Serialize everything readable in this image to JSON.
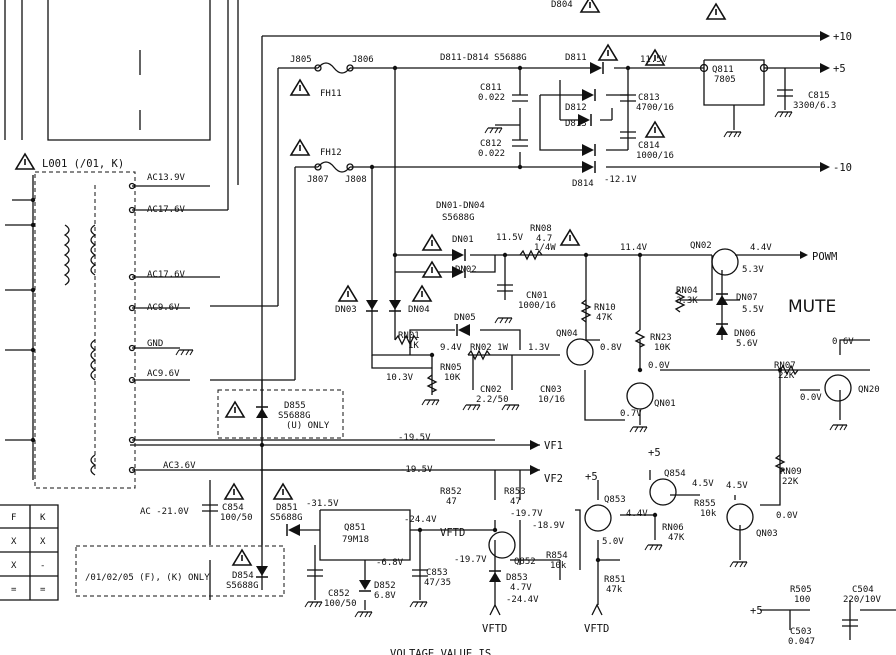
{
  "labels": [
    {
      "id": "d804",
      "text": "D804"
    },
    {
      "id": "plus10",
      "text": "+10"
    },
    {
      "id": "plus5",
      "text": "+5"
    },
    {
      "id": "minus10",
      "text": "-10"
    },
    {
      "id": "j805",
      "text": "J805"
    },
    {
      "id": "j806",
      "text": "J806"
    },
    {
      "id": "fh11",
      "text": "FH11"
    },
    {
      "id": "fh12",
      "text": "FH12"
    },
    {
      "id": "j807",
      "text": "J807"
    },
    {
      "id": "j808",
      "text": "J808"
    },
    {
      "id": "d811_814",
      "text": "D811-D814 S5688G"
    },
    {
      "id": "d811",
      "text": "D811"
    },
    {
      "id": "d812",
      "text": "D812"
    },
    {
      "id": "d813",
      "text": "D813"
    },
    {
      "id": "d814",
      "text": "D814"
    },
    {
      "id": "v115a",
      "text": "11.5V"
    },
    {
      "id": "q811",
      "text": "Q811"
    },
    {
      "id": "q811v",
      "text": "7805"
    },
    {
      "id": "c815",
      "text": "C815"
    },
    {
      "id": "c815v",
      "text": "3300/6.3"
    },
    {
      "id": "c811",
      "text": "C811"
    },
    {
      "id": "c811v",
      "text": "0.022"
    },
    {
      "id": "c812",
      "text": "C812"
    },
    {
      "id": "c812v",
      "text": "0.022"
    },
    {
      "id": "c813",
      "text": "C813"
    },
    {
      "id": "c813v",
      "text": "4700/16"
    },
    {
      "id": "c814",
      "text": "C814"
    },
    {
      "id": "c814v",
      "text": "1000/16"
    },
    {
      "id": "vm121",
      "text": "-12.1V"
    },
    {
      "id": "l001",
      "text": "L001 (/01, K)"
    },
    {
      "id": "ac139",
      "text": "AC13.9V"
    },
    {
      "id": "ac176a",
      "text": "AC17.6V"
    },
    {
      "id": "ac176b",
      "text": "AC17.6V"
    },
    {
      "id": "ac96a",
      "text": "AC9.6V"
    },
    {
      "id": "gnd",
      "text": "GND"
    },
    {
      "id": "ac96b",
      "text": "AC9.6V"
    },
    {
      "id": "ac36",
      "text": "AC3.6V"
    },
    {
      "id": "dn01_04",
      "text": "DN01-DN04"
    },
    {
      "id": "s5688g",
      "text": "S5688G"
    },
    {
      "id": "dn01",
      "text": "DN01"
    },
    {
      "id": "dn02",
      "text": "DN02"
    },
    {
      "id": "v115b",
      "text": "11.5V"
    },
    {
      "id": "rn08",
      "text": "RN08"
    },
    {
      "id": "rn08v",
      "text": "4.7"
    },
    {
      "id": "rn08w",
      "text": "1/4W"
    },
    {
      "id": "v114",
      "text": "11.4V"
    },
    {
      "id": "qn02",
      "text": "QN02"
    },
    {
      "id": "v44a",
      "text": "4.4V"
    },
    {
      "id": "v53",
      "text": "5.3V"
    },
    {
      "id": "powm",
      "text": "POWM"
    },
    {
      "id": "cn01",
      "text": "CN01"
    },
    {
      "id": "cn01v",
      "text": "1000/16"
    },
    {
      "id": "rn04",
      "text": "RN04"
    },
    {
      "id": "rn04v",
      "text": "3.3K"
    },
    {
      "id": "dn07",
      "text": "DN07"
    },
    {
      "id": "dn07v",
      "text": "5.5V"
    },
    {
      "id": "mute",
      "text": "MUTE"
    },
    {
      "id": "dn03",
      "text": "DN03"
    },
    {
      "id": "dn04",
      "text": "DN04"
    },
    {
      "id": "rn10",
      "text": "RN10"
    },
    {
      "id": "rn10v",
      "text": "47K"
    },
    {
      "id": "dn05",
      "text": "DN05"
    },
    {
      "id": "qn04",
      "text": "QN04"
    },
    {
      "id": "v08",
      "text": "0.8V"
    },
    {
      "id": "rn23",
      "text": "RN23"
    },
    {
      "id": "rn23v",
      "text": "10K"
    },
    {
      "id": "dn06",
      "text": "DN06"
    },
    {
      "id": "dn06v",
      "text": "5.6V"
    },
    {
      "id": "v06",
      "text": "0.6V"
    },
    {
      "id": "rn01",
      "text": "RN01"
    },
    {
      "id": "rn01v",
      "text": "1K"
    },
    {
      "id": "v94",
      "text": "9.4V"
    },
    {
      "id": "rn02",
      "text": "RN02 1W"
    },
    {
      "id": "v13",
      "text": "1.3V"
    },
    {
      "id": "v00a",
      "text": "0.0V"
    },
    {
      "id": "rn07",
      "text": "RN07"
    },
    {
      "id": "rn07v",
      "text": "22K"
    },
    {
      "id": "v00b",
      "text": "0.0V"
    },
    {
      "id": "qn20",
      "text": "QN20"
    },
    {
      "id": "v103",
      "text": "10.3V"
    },
    {
      "id": "rn05",
      "text": "RN05"
    },
    {
      "id": "rn05v",
      "text": "10K"
    },
    {
      "id": "cn02",
      "text": "CN02"
    },
    {
      "id": "cn02v",
      "text": "2.2/50"
    },
    {
      "id": "cn03",
      "text": "CN03"
    },
    {
      "id": "cn03v",
      "text": "10/16"
    },
    {
      "id": "qn01",
      "text": "QN01"
    },
    {
      "id": "v07",
      "text": "0.7V"
    },
    {
      "id": "d855",
      "text": "D855"
    },
    {
      "id": "d855v",
      "text": "S5688G"
    },
    {
      "id": "d855n",
      "text": "(U) ONLY"
    },
    {
      "id": "vm195a",
      "text": "-19.5V"
    },
    {
      "id": "vf1",
      "text": "VF1"
    },
    {
      "id": "vm195b",
      "text": "-19.5V"
    },
    {
      "id": "vf2",
      "text": "VF2"
    },
    {
      "id": "rn09",
      "text": "RN09"
    },
    {
      "id": "rn09v",
      "text": "22K"
    },
    {
      "id": "plus5b",
      "text": "+5"
    },
    {
      "id": "plus5c",
      "text": "+5"
    },
    {
      "id": "q854",
      "text": "Q854"
    },
    {
      "id": "v45a",
      "text": "4.5V"
    },
    {
      "id": "v45b",
      "text": "4.5V"
    },
    {
      "id": "r855",
      "text": "R855"
    },
    {
      "id": "r855v",
      "text": "10k"
    },
    {
      "id": "q853",
      "text": "Q853"
    },
    {
      "id": "v44b",
      "text": "4.4V"
    },
    {
      "id": "qn03",
      "text": "QN03"
    },
    {
      "id": "v00c",
      "text": "0.0V"
    },
    {
      "id": "rn06",
      "text": "RN06"
    },
    {
      "id": "rn06v",
      "text": "47K"
    },
    {
      "id": "v50",
      "text": "5.0V"
    },
    {
      "id": "ac210",
      "text": "AC -21.0V"
    },
    {
      "id": "c854",
      "text": "C854"
    },
    {
      "id": "c854v",
      "text": "100/50"
    },
    {
      "id": "d851",
      "text": "D851"
    },
    {
      "id": "d851v",
      "text": "S5688G"
    },
    {
      "id": "vm315",
      "text": "-31.5V"
    },
    {
      "id": "vm244a",
      "text": "-24.4V"
    },
    {
      "id": "vftd1",
      "text": "VFTD"
    },
    {
      "id": "r852",
      "text": "R852"
    },
    {
      "id": "r852v",
      "text": "47"
    },
    {
      "id": "r853",
      "text": "R853"
    },
    {
      "id": "r853v",
      "text": "47"
    },
    {
      "id": "vm197a",
      "text": "-19.7V"
    },
    {
      "id": "vm189",
      "text": "-18.9V"
    },
    {
      "id": "q851",
      "text": "Q851"
    },
    {
      "id": "q851v",
      "text": "79M18"
    },
    {
      "id": "vm68",
      "text": "-6.8V"
    },
    {
      "id": "c853",
      "text": "C853"
    },
    {
      "id": "c853v",
      "text": "47/35"
    },
    {
      "id": "vm197b",
      "text": "-19.7V"
    },
    {
      "id": "q852",
      "text": "Q852"
    },
    {
      "id": "r854",
      "text": "R854"
    },
    {
      "id": "r854v",
      "text": "10k"
    },
    {
      "id": "r851",
      "text": "R851"
    },
    {
      "id": "r851v",
      "text": "47k"
    },
    {
      "id": "d854note",
      "text": "/01/02/05 (F), (K) ONLY"
    },
    {
      "id": "d854",
      "text": "D854"
    },
    {
      "id": "d854v",
      "text": "S5688G"
    },
    {
      "id": "c852",
      "text": "C852"
    },
    {
      "id": "c852v",
      "text": "100/50"
    },
    {
      "id": "d852",
      "text": "D852"
    },
    {
      "id": "d852v",
      "text": "6.8V"
    },
    {
      "id": "d853",
      "text": "D853"
    },
    {
      "id": "d853v",
      "text": "4.7V"
    },
    {
      "id": "vm244b",
      "text": "-24.4V"
    },
    {
      "id": "vftd2",
      "text": "VFTD"
    },
    {
      "id": "vftd3",
      "text": "VFTD"
    },
    {
      "id": "r505",
      "text": "R505"
    },
    {
      "id": "r505v",
      "text": "100"
    },
    {
      "id": "c504",
      "text": "C504"
    },
    {
      "id": "c504v",
      "text": "220/10V"
    },
    {
      "id": "plus5d",
      "text": "+5"
    },
    {
      "id": "c503",
      "text": "C503"
    },
    {
      "id": "c503v",
      "text": "0.047"
    },
    {
      "id": "voltnote",
      "text": "VOLTAGE VALUE IS"
    },
    {
      "id": "tf",
      "text": "F"
    },
    {
      "id": "tk",
      "text": "K"
    },
    {
      "id": "t11",
      "text": "X"
    },
    {
      "id": "t12",
      "text": "X"
    },
    {
      "id": "t21",
      "text": "X"
    },
    {
      "id": "t22",
      "text": "-"
    },
    {
      "id": "t31",
      "text": "="
    },
    {
      "id": "t32",
      "text": "="
    }
  ]
}
